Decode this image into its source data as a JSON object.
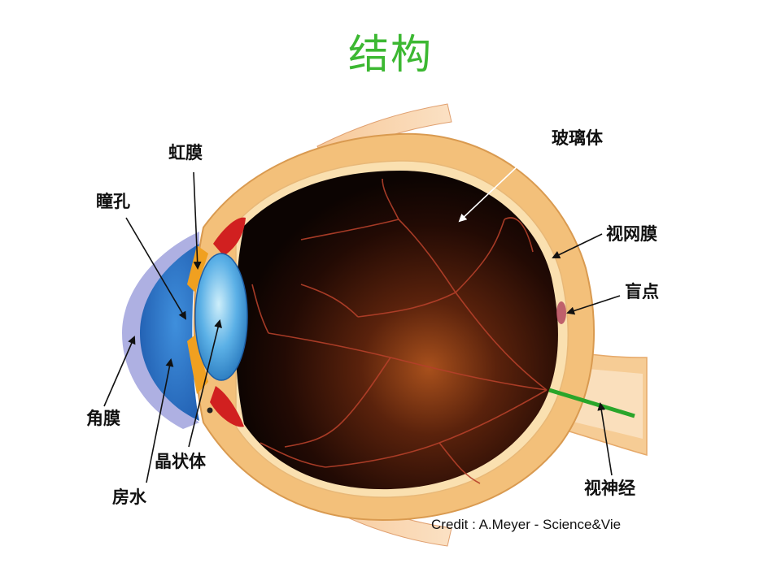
{
  "title": "结构",
  "labels": {
    "iris": "虹膜",
    "pupil": "瞳孔",
    "cornea": "角膜",
    "lens": "晶状体",
    "aqueous_humor": "房水",
    "vitreous_body": "玻璃体",
    "retina": "视网膜",
    "blind_spot": "盲点",
    "optic_nerve": "视神经"
  },
  "credit": "Credit : A.Meyer - Science&Vie",
  "colors": {
    "title": "#3cb832",
    "sclera": "#f3c07a",
    "vitreous": "#1a0a05",
    "cornea": "#2f6fc0",
    "lens": "#57a9e3",
    "optic_nerve": "#2aa52a",
    "vessels": "#b5402a"
  }
}
